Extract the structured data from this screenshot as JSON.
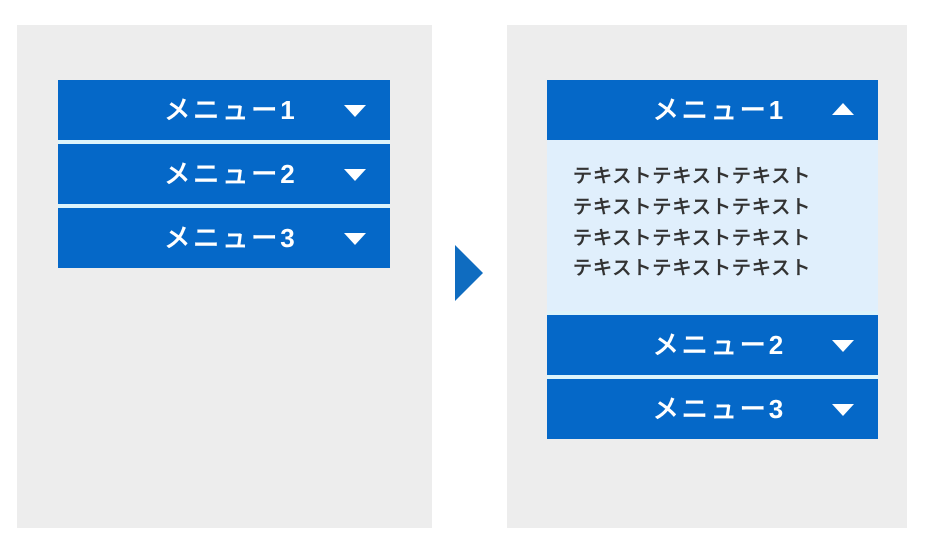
{
  "colors": {
    "page_background": "#ffffff",
    "panel_background": "#ededed",
    "menu_blue": "#0568c8",
    "divider": "#ddf4fb",
    "content_background": "#e0effc",
    "content_text": "#333333",
    "menu_text": "#ffffff",
    "arrow_blue": "#0f6cc0"
  },
  "icons": {
    "collapsed_marker": "triangle-down-icon",
    "expanded_marker": "triangle-up-icon",
    "flow_marker": "triangle-right-icon"
  },
  "before_panel": {
    "name": "collapsed-state-panel",
    "menus": [
      {
        "label": "メニュー1",
        "marker": "▼",
        "expanded": false
      },
      {
        "label": "メニュー2",
        "marker": "▼",
        "expanded": false
      },
      {
        "label": "メニュー3",
        "marker": "▼",
        "expanded": false
      }
    ]
  },
  "after_panel": {
    "name": "expanded-state-panel",
    "menus": [
      {
        "label": "メニュー1",
        "marker": "▲",
        "expanded": true,
        "content_lines": [
          "テキストテキストテキスト",
          "テキストテキストテキスト",
          "テキストテキストテキスト",
          "テキストテキストテキスト"
        ]
      },
      {
        "label": "メニュー2",
        "marker": "▼",
        "expanded": false
      },
      {
        "label": "メニュー3",
        "marker": "▼",
        "expanded": false
      }
    ]
  }
}
